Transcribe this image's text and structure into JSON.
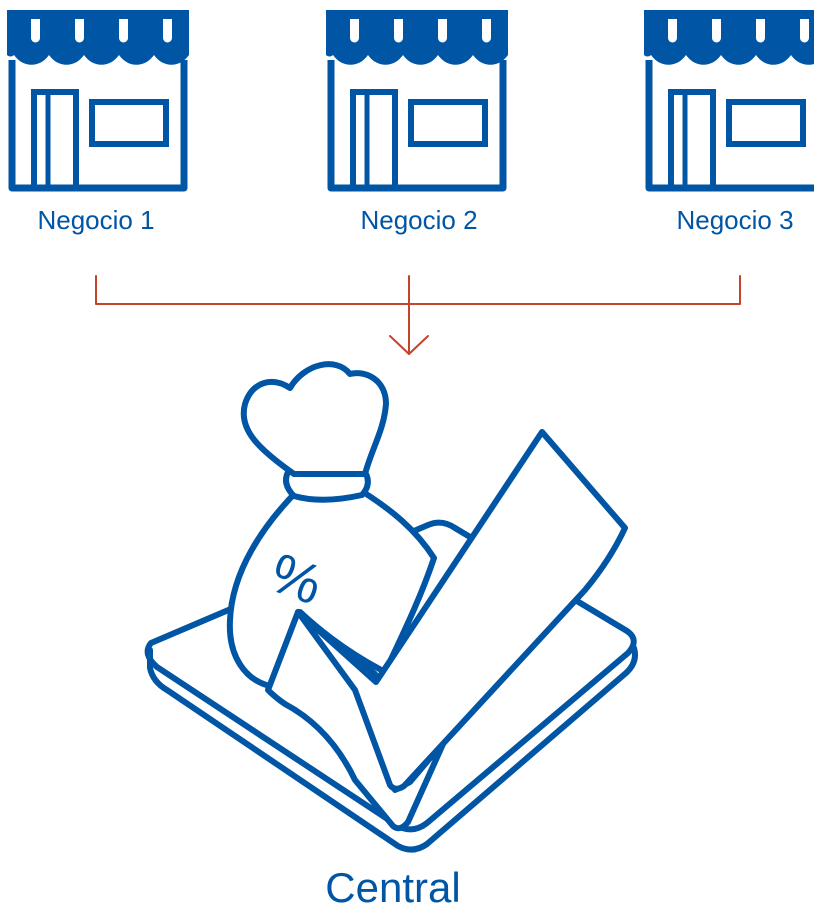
{
  "colors": {
    "blue": "#0055a5",
    "red": "#c4432d",
    "white": "#ffffff"
  },
  "icons": {
    "store": "store-icon",
    "central": "money-bag-checkmark-icon"
  },
  "stores": [
    {
      "label": "Negocio 1"
    },
    {
      "label": "Negocio 2"
    },
    {
      "label": "Negocio 3"
    }
  ],
  "central": {
    "label": "Central",
    "bag_mark": "%"
  }
}
